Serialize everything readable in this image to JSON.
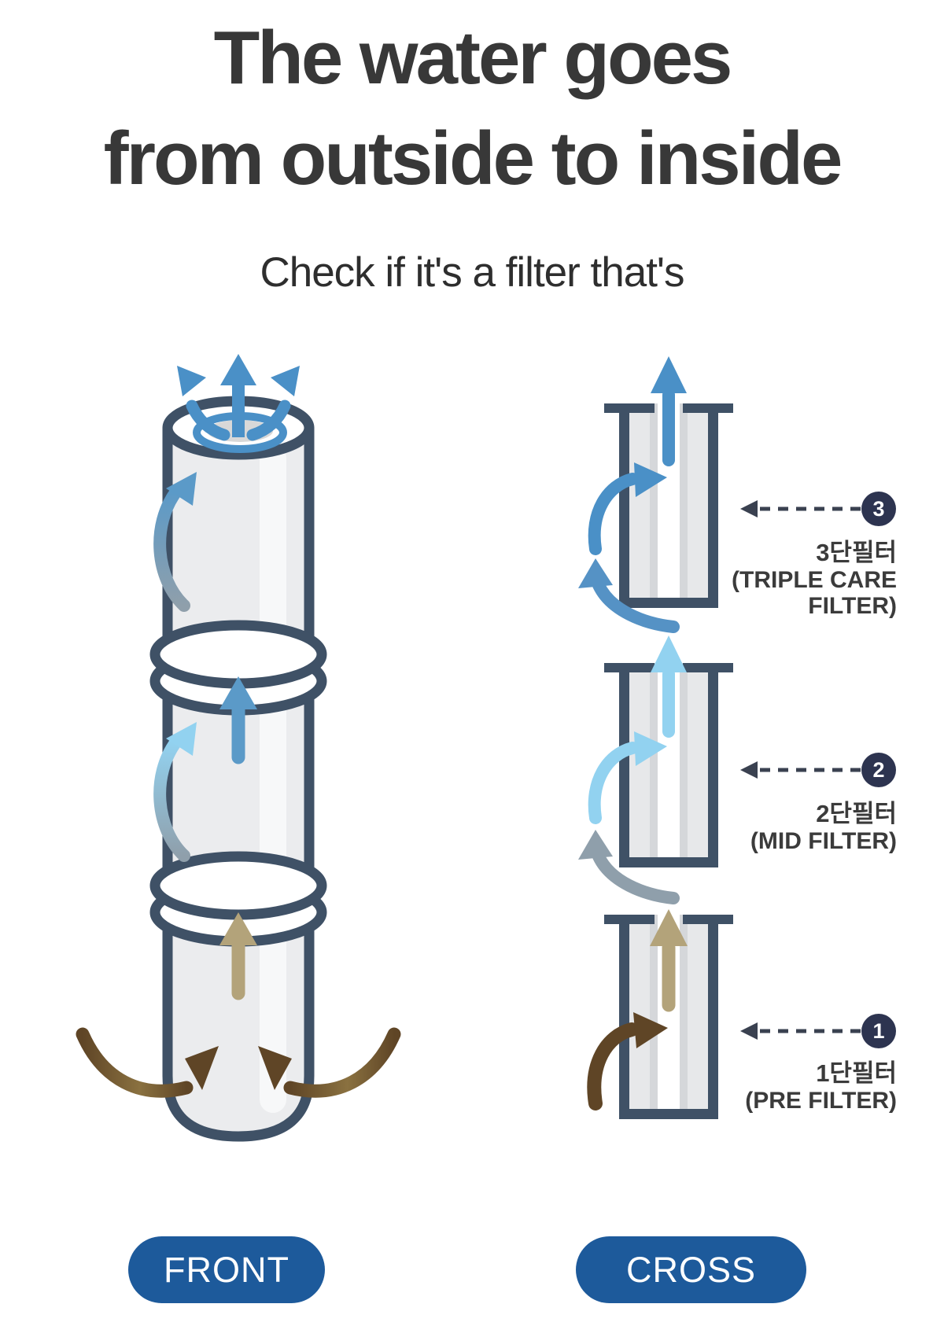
{
  "header": {
    "title_line1": "The water goes",
    "title_line2": "from outside to inside",
    "subtitle": "Check if it's a filter that's"
  },
  "diagram": {
    "stages": [
      {
        "number": "3",
        "name_ko": "3단필터",
        "name_en": "(TRIPLE CARE FILTER)"
      },
      {
        "number": "2",
        "name_ko": "2단필터",
        "name_en": "(MID FILTER)"
      },
      {
        "number": "1",
        "name_ko": "1단필터",
        "name_en": "(PRE FILTER)"
      }
    ]
  },
  "buttons": {
    "front": "FRONT",
    "cross": "CROSS"
  },
  "colors": {
    "title-text": "#383838",
    "label-text": "#3b3b3b",
    "outline": "#3f5166",
    "badge": "#2d3450",
    "callout": "#3a4150",
    "blue": "#4a90c7",
    "steel-blue": "#5592c5",
    "mid-blue": "#5b9ac8",
    "light-blue": "#92d2f0",
    "gray-blue": "#8f9fab",
    "tan": "#b3a37a",
    "brown": "#5f4526",
    "brown-light": "#8a7140",
    "body-gray": "#ebecee",
    "media-gray": "#e7e8ea",
    "stripe-gray": "#d5d7da",
    "core-gray": "#d8d8d8",
    "button-blue": "#1d5a9b"
  }
}
